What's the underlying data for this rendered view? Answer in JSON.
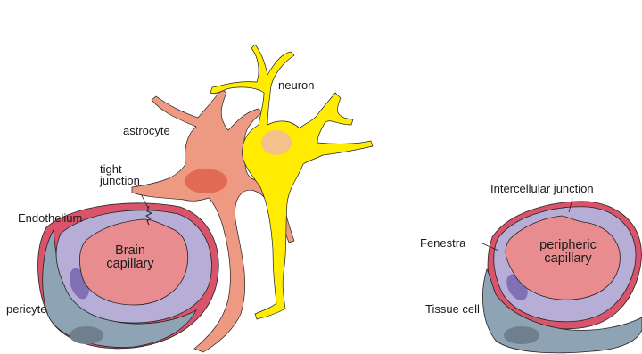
{
  "labels": {
    "neuron": "neuron",
    "astrocyte": "astrocyte",
    "tight_junction_line1": "tight",
    "tight_junction_line2": "junction",
    "endothelium": "Endothelium",
    "brain_capillary_line1": "Brain",
    "brain_capillary_line2": "capillary",
    "pericyte": "pericyte",
    "intercellular_junction": "Intercellular junction",
    "fenestra": "Fenestra",
    "peripheric_capillary_line1": "peripheric",
    "peripheric_capillary_line2": "capillary",
    "tissue_cell": "Tissue cell"
  },
  "colors": {
    "neuron": "#ffec00",
    "neuron_nucleus": "#f5c08a",
    "astrocyte": "#ee9a82",
    "astrocyte_nucleus": "#e26a52",
    "basement_membrane": "#d9546a",
    "endothelium": "#b6aed6",
    "lumen": "#e98c90",
    "pericyte": "#8ea3b4",
    "pericyte_nucleus": "#6f7f8d",
    "endothelial_nucleus": "#8270b6"
  }
}
